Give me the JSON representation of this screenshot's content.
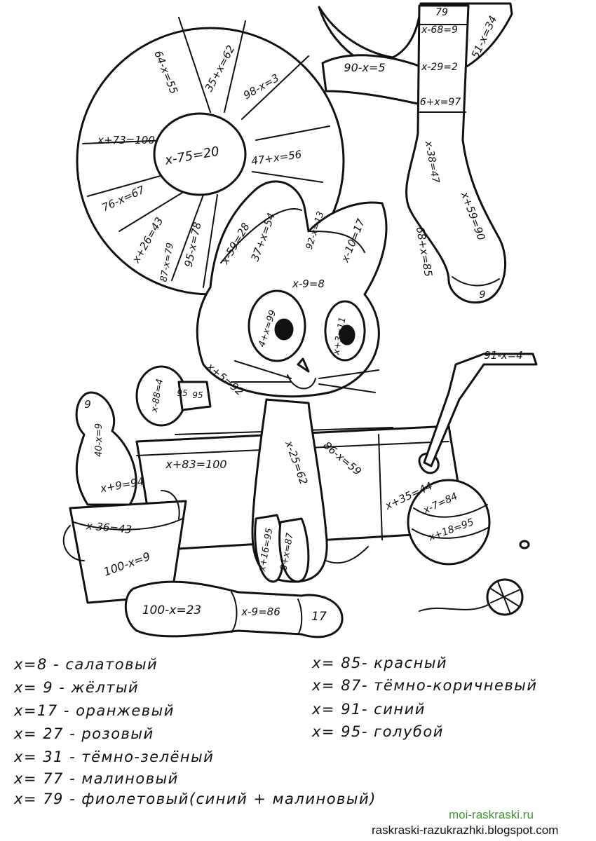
{
  "picture": {
    "equations": {
      "fan_seg_1": "64-x=55",
      "fan_seg_2": "35+x=62",
      "fan_seg_3": "98-x=3",
      "fan_seg_4": "47+x=56",
      "fan_seg_5": "x+73=100",
      "fan_seg_6": "76-x=67",
      "fan_seg_7": "x+26=43",
      "fan_seg_8": "87-x=79",
      "fan_seg_9": "95-x=78",
      "fan_center": "x-75=20",
      "horn_1": "90-x=5",
      "horn_2": "51-x=34",
      "sock_1": "x-68=9",
      "sock_2": "x-29=2",
      "sock_3": "6+x=97",
      "sock_4": "x-38=47",
      "sock_5": "x+59=90",
      "sock_6": "68+x=85",
      "sock_top": "79",
      "sock_toe": "9",
      "ear_left_1": "x-59=28",
      "ear_left_2": "37+x=54",
      "ear_right_1": "92-x=13",
      "ear_right_2": "x-10=17",
      "forehead": "x-9=8",
      "eye_left": "4+x=99",
      "eye_right": "x+3=11",
      "cheek": "x+5=92",
      "crank": "91-x=4",
      "box_front": "x+83=100",
      "box_right": "x+35=44",
      "body_1": "x-25=62",
      "body_2": "86-x=59",
      "paw_1": "x+16=95",
      "paw_2": "8+x=87",
      "knob_1": "x-88=4",
      "knob_2": "95",
      "knob_3": "95",
      "ball_1": "x-7=84",
      "ball_2": "x+18=95",
      "pin_top": "9",
      "pin_neck": "40-x=9",
      "pin_body": "x+9=94",
      "bucket_1": "x-36=43",
      "bucket_2": "100-x=9",
      "pin2_1": "100-x=23",
      "pin2_2": "x-9=86",
      "pin2_head": "17"
    }
  },
  "legend_left": [
    "x=8 - салатовый",
    "x= 9 - жёлтый",
    "x=17 - оранжевый",
    "x= 27 - розовый",
    "x= 31 - тёмно-зелёный",
    "x= 77 - малиновый",
    "x= 79 - фиолетовый(синий + малиновый)"
  ],
  "legend_right": [
    "x= 85- красный",
    "x= 87- тёмно-коричневый",
    "x= 91- синий",
    "x= 95- голубой"
  ],
  "watermarks": {
    "site1": "moi-raskraski.ru",
    "site2": "raskraski-razukrazhki.blogspot.com"
  },
  "colors": {
    "line": "#111111",
    "site1": "#3a9a2a",
    "site2": "#111111"
  }
}
